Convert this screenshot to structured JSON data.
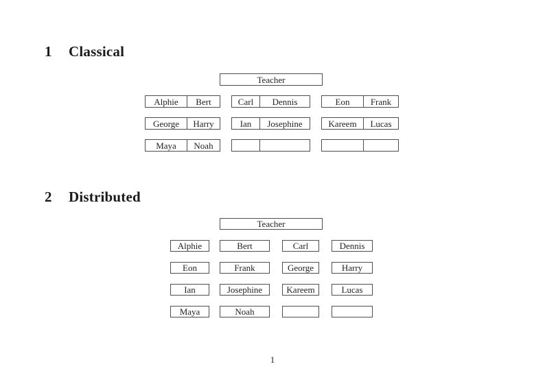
{
  "page": {
    "number": "1"
  },
  "sections": [
    {
      "number": "1",
      "title": "Classical",
      "teacher_label": "Teacher",
      "rows": [
        [
          [
            "Alphie",
            "Bert"
          ],
          [
            "Carl",
            "Dennis"
          ],
          [
            "Eon",
            "Frank"
          ]
        ],
        [
          [
            "George",
            "Harry"
          ],
          [
            "Ian",
            "Josephine"
          ],
          [
            "Kareem",
            "Lucas"
          ]
        ],
        [
          [
            "Maya",
            "Noah"
          ],
          [
            "",
            ""
          ],
          [
            "",
            ""
          ]
        ]
      ]
    },
    {
      "number": "2",
      "title": "Distributed",
      "teacher_label": "Teacher",
      "rows": [
        [
          "Alphie",
          "Bert",
          "Carl",
          "Dennis"
        ],
        [
          "Eon",
          "Frank",
          "George",
          "Harry"
        ],
        [
          "Ian",
          "Josephine",
          "Kareem",
          "Lucas"
        ],
        [
          "Maya",
          "Noah",
          "",
          ""
        ]
      ]
    }
  ]
}
